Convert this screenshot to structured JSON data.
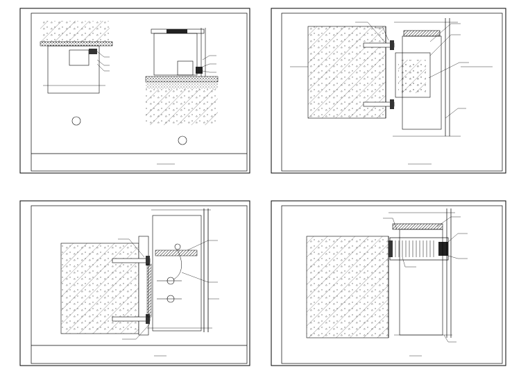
{
  "sheet": {
    "background": "#ffffff",
    "line_color": "#000000",
    "hatch_color": "#555555"
  },
  "panels": [
    {
      "id": "panel-1",
      "title": "",
      "labels": [
        "",
        "",
        "",
        "",
        "",
        ""
      ],
      "section_marks": [
        "",
        ""
      ]
    },
    {
      "id": "panel-2",
      "title": "",
      "labels": [
        "",
        "",
        "",
        "",
        "",
        "",
        "",
        ""
      ]
    },
    {
      "id": "panel-3",
      "title": "",
      "labels": [
        "",
        "",
        "",
        "",
        "",
        ""
      ]
    },
    {
      "id": "panel-4",
      "title": "",
      "labels": [
        "",
        "",
        "",
        "",
        "",
        ""
      ]
    }
  ]
}
